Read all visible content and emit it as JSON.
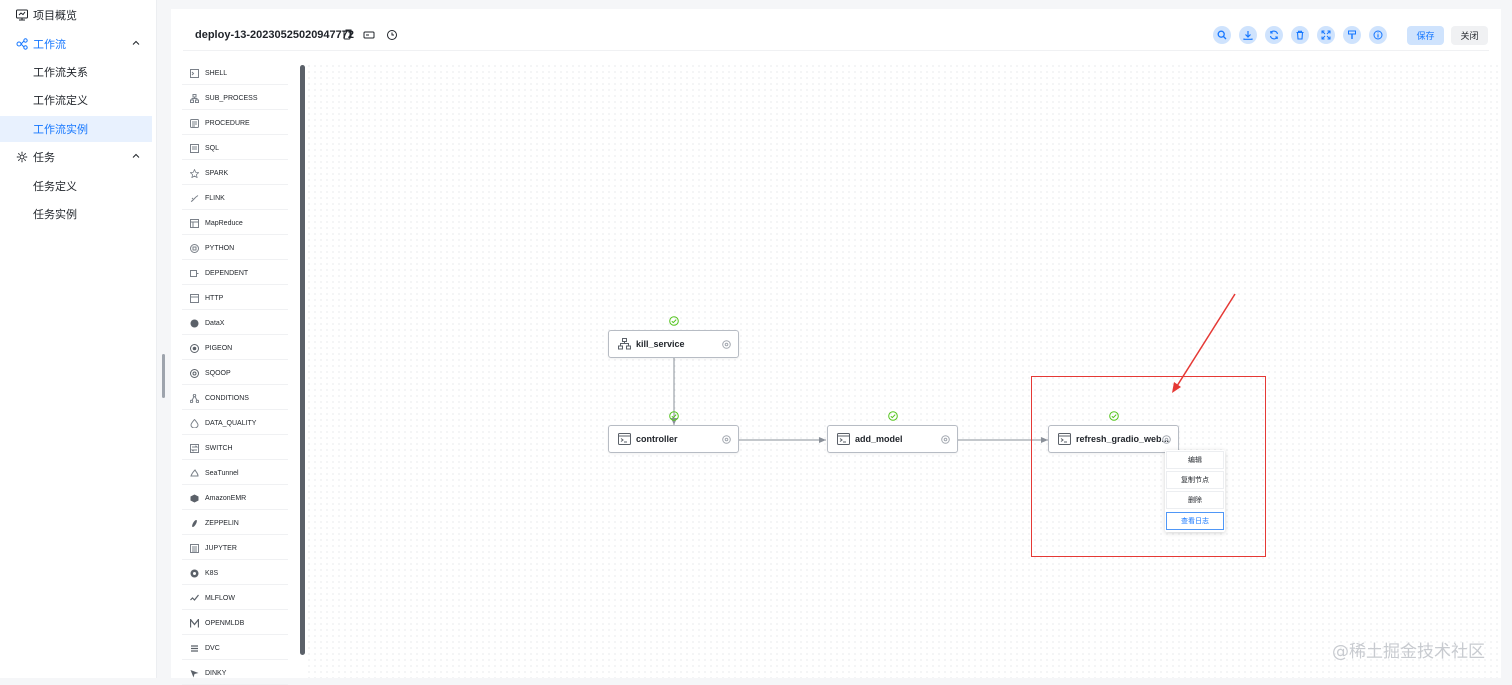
{
  "nav": {
    "items": [
      {
        "label": "项目概览",
        "icon": "dashboard-icon"
      },
      {
        "label": "工作流",
        "icon": "workflow-icon"
      },
      {
        "label": "工作流关系"
      },
      {
        "label": "工作流定义"
      },
      {
        "label": "工作流实例"
      },
      {
        "label": "任务",
        "icon": "settings-icon"
      },
      {
        "label": "任务定义"
      },
      {
        "label": "任务实例"
      }
    ]
  },
  "toolbar": {
    "title": "deploy-13-20230525020947772",
    "save_label": "保存",
    "close_label": "关闭",
    "icons": [
      "search-icon",
      "download-icon",
      "refresh-icon",
      "delete-icon",
      "fullscreen-icon",
      "format-icon",
      "info-icon"
    ]
  },
  "palette": {
    "items": [
      {
        "label": "SHELL"
      },
      {
        "label": "SUB_PROCESS"
      },
      {
        "label": "PROCEDURE"
      },
      {
        "label": "SQL"
      },
      {
        "label": "SPARK"
      },
      {
        "label": "FLINK"
      },
      {
        "label": "MapReduce"
      },
      {
        "label": "PYTHON"
      },
      {
        "label": "DEPENDENT"
      },
      {
        "label": "HTTP"
      },
      {
        "label": "DataX"
      },
      {
        "label": "PIGEON"
      },
      {
        "label": "SQOOP"
      },
      {
        "label": "CONDITIONS"
      },
      {
        "label": "DATA_QUALITY"
      },
      {
        "label": "SWITCH"
      },
      {
        "label": "SeaTunnel"
      },
      {
        "label": "AmazonEMR"
      },
      {
        "label": "ZEPPELIN"
      },
      {
        "label": "JUPYTER"
      },
      {
        "label": "K8S"
      },
      {
        "label": "MLFLOW"
      },
      {
        "label": "OPENMLDB"
      },
      {
        "label": "DVC"
      },
      {
        "label": "DINKY"
      }
    ]
  },
  "dag": {
    "nodes": [
      {
        "label": "kill_service",
        "status": "success"
      },
      {
        "label": "controller",
        "status": "success"
      },
      {
        "label": "add_model",
        "status": "success"
      },
      {
        "label": "refresh_gradio_web...",
        "status": "success"
      }
    ]
  },
  "context_menu": {
    "items": [
      "编辑",
      "复制节点",
      "删除",
      "查看日志"
    ]
  },
  "watermark": "@稀土掘金技术社区",
  "colors": {
    "accent": "#1677ff",
    "success": "#52c41a",
    "annotation": "#e53935"
  }
}
